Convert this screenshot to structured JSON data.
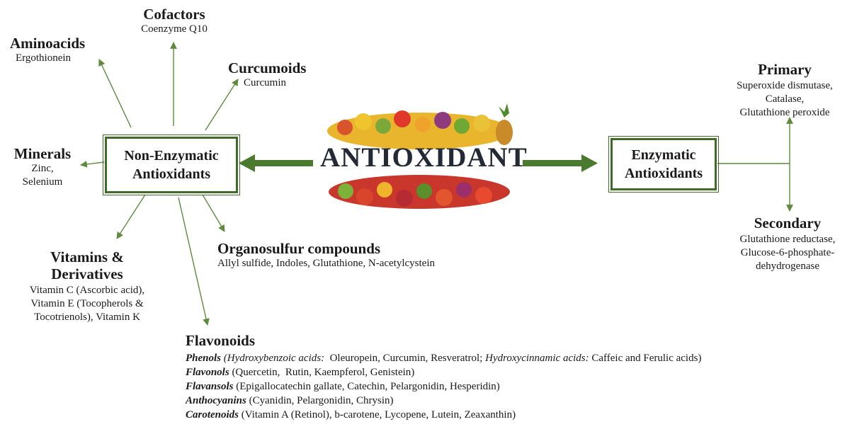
{
  "center": {
    "title": "ANTIOXIDANT"
  },
  "left_box": {
    "line1": "Non-Enzymatic",
    "line2": "Antioxidants"
  },
  "right_box": {
    "line1": "Enzymatic",
    "line2": "Antioxidants"
  },
  "aminoacids": {
    "title": "Aminoacids",
    "lines": [
      "Ergothionein"
    ]
  },
  "cofactors": {
    "title": "Cofactors",
    "lines": [
      "Coenzyme Q10"
    ]
  },
  "curcumoids": {
    "title": "Curcumoids",
    "lines": [
      "Curcumin"
    ]
  },
  "minerals": {
    "title": "Minerals",
    "lines": [
      "Zinc,",
      "Selenium"
    ]
  },
  "vitamins": {
    "title1": "Vitamins &",
    "title2": "Derivatives",
    "lines": [
      "Vitamin C (Ascorbic acid),",
      "Vitamin E (Tocopherols &",
      "Tocotrienols), Vitamin K"
    ]
  },
  "organosulfur": {
    "title": "Organosulfur compounds",
    "lines": [
      "Allyl sulfide, Indoles, Glutathione, N-acetylcystein"
    ]
  },
  "flavonoids": {
    "title": "Flavonoids",
    "phenols": {
      "label": "Phenols",
      "open": " (",
      "sub1": "Hydroxybenzoic acids:",
      "text1": "  Oleuropein, Curcumin, Resveratrol; ",
      "sub2": "Hydroxycinnamic acids:",
      "text2": " Caffeic and Ferulic acids)"
    },
    "rows": [
      {
        "label": "Flavonols",
        "text": " (Quercetin,  Rutin, Kaempferol, Genistein)"
      },
      {
        "label": "Flavansols",
        "text": " (Epigallocatechin gallate, Catechin, Pelargonidin, Hesperidin)"
      },
      {
        "label": "Anthocyanins",
        "text": " (Cyanidin, Pelargonidin, Chrysin)"
      },
      {
        "label": "Carotenoids",
        "text": " (Vitamin A (Retinol), b-carotene, Lycopene, Lutein, Zeaxanthin)"
      }
    ]
  },
  "primary": {
    "title": "Primary",
    "lines": [
      "Superoxide dismutase,",
      "Catalase,",
      "Glutathione peroxide"
    ]
  },
  "secondary": {
    "title": "Secondary",
    "lines": [
      "Glutathione reductase,",
      "Glucose-6-phosphate-",
      "dehydrogenase"
    ]
  },
  "colors": {
    "arrow": "#5e8a3e",
    "box_border": "#3f6a2a",
    "big_arrow": "#4a7a2e"
  }
}
